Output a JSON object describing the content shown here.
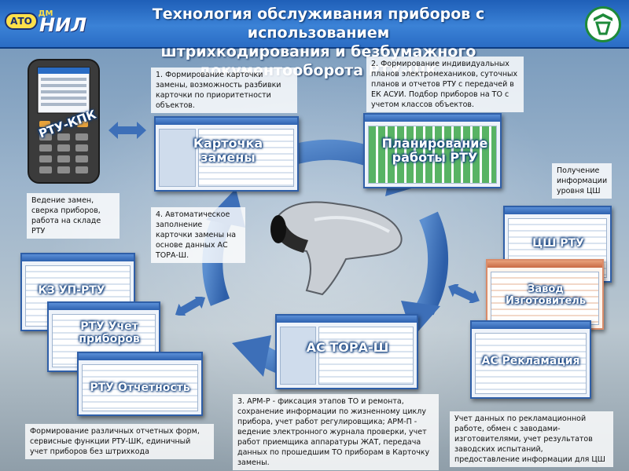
{
  "header": {
    "title_line1": "Технология обслуживания приборов с использованием",
    "title_line2": "штрихкодирования и безбумажного документооборота РТУ-ШК",
    "logo_left_ato": "АТО",
    "logo_left_dm": "ДМ",
    "logo_left_nil": "НИЛ",
    "logo_right_icon": "railway-emblem-icon"
  },
  "device": {
    "label": "РТУ-КПК",
    "caption_line1": "Ведение замен,",
    "caption_line2": "сверка приборов,",
    "caption_line3": "работа на складе РТУ"
  },
  "steps": {
    "step1": "1. Формирование карточки замены, возможность разбивки карточки по приоритетности объектов.",
    "step2": "2. Формирование индивидуальных планов электромехаников, суточных планов и отчетов РТУ с передачей в ЕК АСУИ. Подбор приборов на ТО с учетом классов объектов.",
    "step3": "3. АРМ-Р - фиксация этапов ТО и ремонта, сохранение информации по жизненному циклу прибора, учет работ регулировщика; АРМ-П - ведение электронного журнала проверки, учет работ приемщика аппаратуры ЖАТ, передача данных по прошедшим ТО приборам в Карточку замены.",
    "step4": "4. Автоматическое заполнение карточки замены на основе данных АС ТОРА-Ш."
  },
  "captions": {
    "cshu": "Получение информации уровня ЦШ",
    "reports": "Формирование различных отчетных форм, сервисные функции РТУ-ШК, единичный учет приборов без штрихкода",
    "reclamation": "Учет данных по рекламационной работе, обмен с заводами-изготовителями, учет результатов заводских испытаний, предоставление информации для ЦШ"
  },
  "modules": {
    "card": "Карточка замены",
    "planning": "Планирование работы РТУ",
    "tora": "АС ТОРА-Ш",
    "kz": "КЗ УП-РТУ",
    "uchet": "РТУ Учет приборов",
    "otchet": "РТУ Отчетность",
    "cshu": "ЦШ РТУ",
    "zavod": "Завод Изготовитель",
    "reklam": "АС Рекламация"
  },
  "colors": {
    "header": "#2a6cc4",
    "module_label": "#ffffff",
    "cycle_arrow": "#3d6fb8"
  }
}
